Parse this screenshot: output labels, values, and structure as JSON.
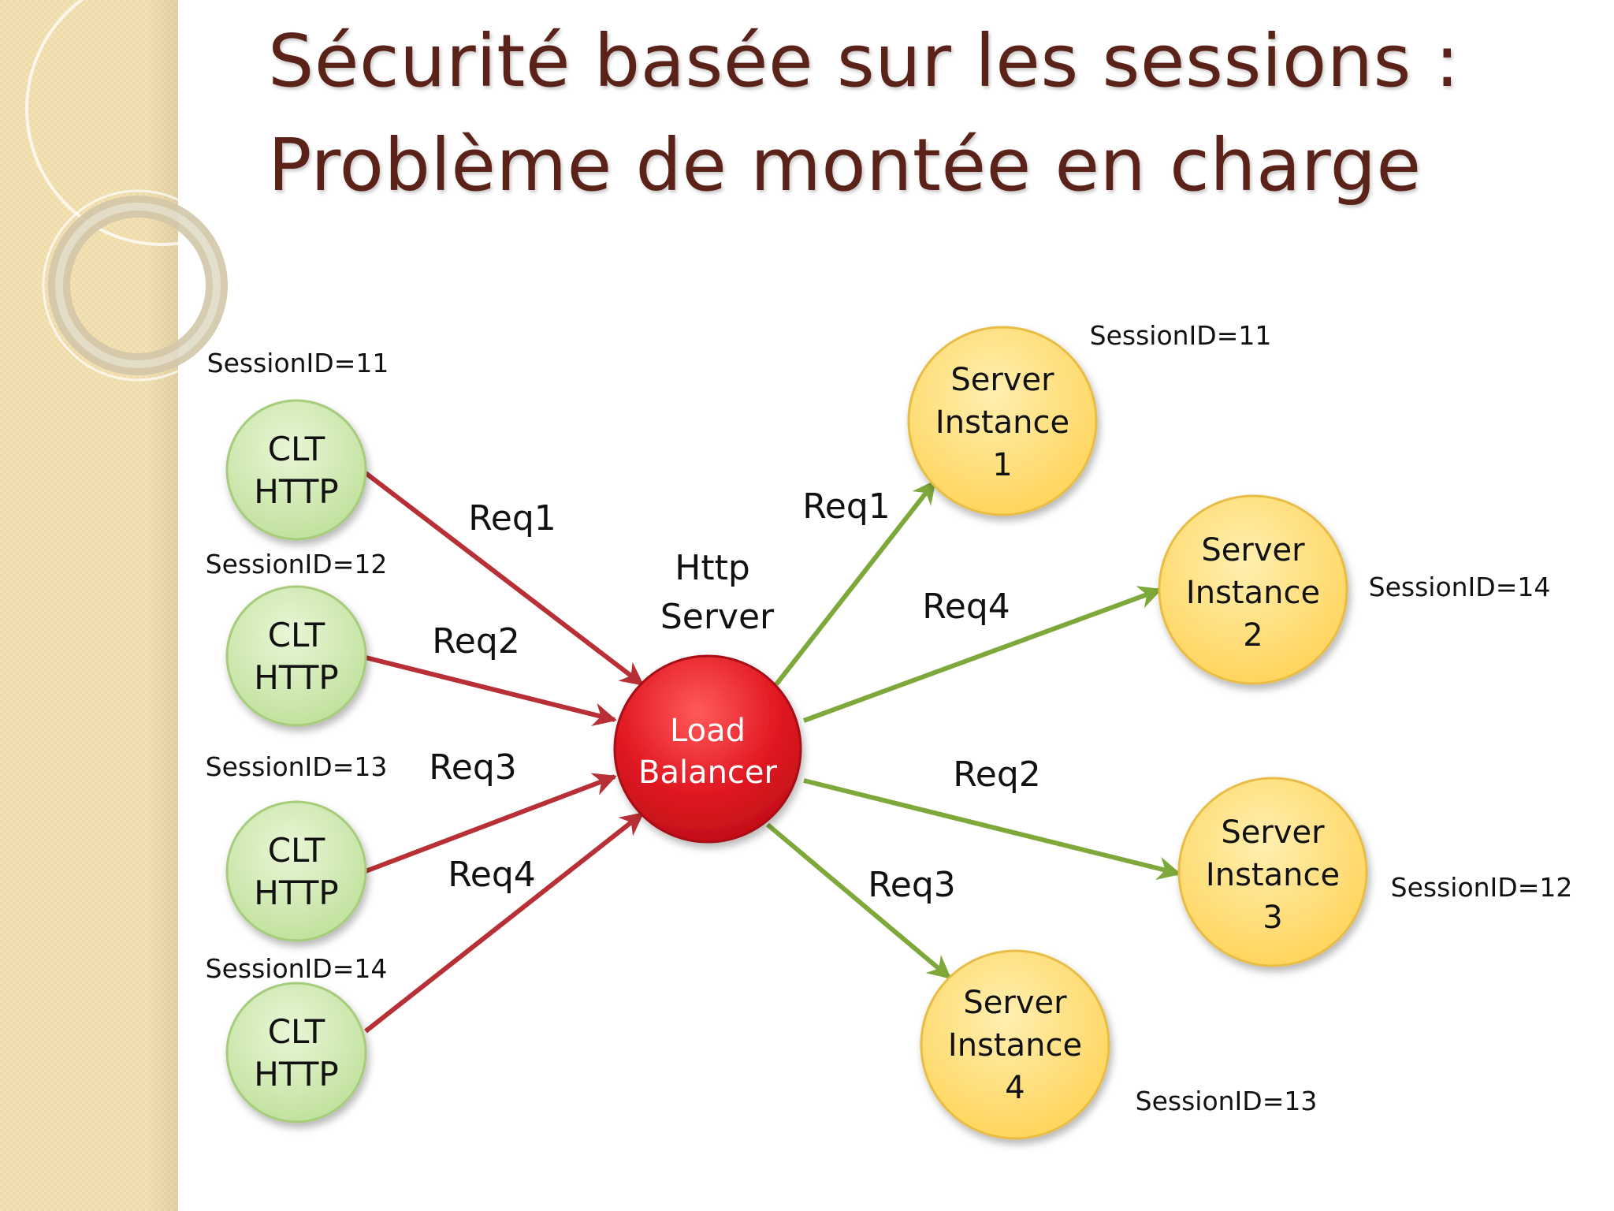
{
  "slide": {
    "title_line1": "Sécurité basée sur les sessions :",
    "title_line2": "Problème de montée en charge"
  },
  "colors": {
    "title": "#5a2218",
    "sidebar": "#f0dfb0",
    "client_fill": "#c7e6a3",
    "client_stroke": "#a6cc7c",
    "server_fill": "#ffd964",
    "server_stroke": "#e8bd45",
    "balancer_fill": "#e0202a",
    "incoming_arrow": "#b83035",
    "outgoing_arrow": "#7ea83a"
  },
  "balancer": {
    "label_line1": "Load",
    "label_line2": "Balancer",
    "caption_line1": "Http",
    "caption_line2": "Server"
  },
  "clients": [
    {
      "line1": "CLT",
      "line2": "HTTP",
      "session": "SessionID=11",
      "request": "Req1"
    },
    {
      "line1": "CLT",
      "line2": "HTTP",
      "session": "SessionID=12",
      "request": "Req2"
    },
    {
      "line1": "CLT",
      "line2": "HTTP",
      "session": "SessionID=13",
      "request": "Req3"
    },
    {
      "line1": "CLT",
      "line2": "HTTP",
      "session": "SessionID=14",
      "request": "Req4"
    }
  ],
  "servers": [
    {
      "line1": "Server",
      "line2": "Instance",
      "line3": "1",
      "session": "SessionID=11",
      "request": "Req1"
    },
    {
      "line1": "Server",
      "line2": "Instance",
      "line3": "2",
      "session": "SessionID=14",
      "request": "Req4"
    },
    {
      "line1": "Server",
      "line2": "Instance",
      "line3": "3",
      "session": "SessionID=12",
      "request": "Req2"
    },
    {
      "line1": "Server",
      "line2": "Instance",
      "line3": "4",
      "session": "SessionID=13",
      "request": "Req3"
    }
  ]
}
